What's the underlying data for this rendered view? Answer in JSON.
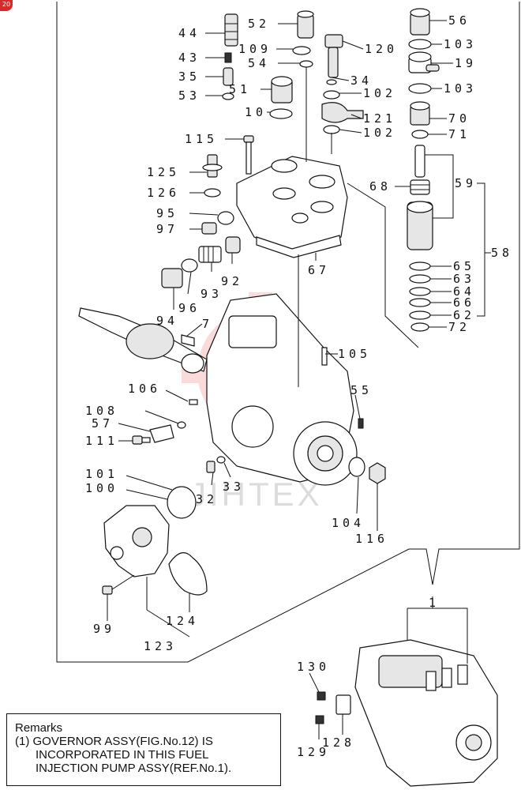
{
  "badge": "20",
  "watermark": "JIHTEX",
  "labels": {
    "p1": "1",
    "p7": "7",
    "p10": "10",
    "p19": "19",
    "p32": "32",
    "p33": "33",
    "p34": "34",
    "p35": "35",
    "p43": "43",
    "p44": "44",
    "p51": "51",
    "p52": "52",
    "p53": "53",
    "p54": "54",
    "p55": "55",
    "p56": "56",
    "p57": "57",
    "p58": "58",
    "p59": "59",
    "p62": "62",
    "p63": "63",
    "p64": "64",
    "p65": "65",
    "p66": "66",
    "p67": "67",
    "p68": "68",
    "p70": "70",
    "p71": "71",
    "p72": "72",
    "p92": "92",
    "p93": "93",
    "p94": "94",
    "p95": "95",
    "p96": "96",
    "p97": "97",
    "p99": "99",
    "p100": "100",
    "p101": "101",
    "p102a": "102",
    "p102b": "102",
    "p103a": "103",
    "p103b": "103",
    "p104": "104",
    "p105": "105",
    "p106": "106",
    "p108": "108",
    "p109": "109",
    "p111": "111",
    "p115": "115",
    "p116": "116",
    "p120": "120",
    "p121": "121",
    "p123": "123",
    "p124": "124",
    "p125": "125",
    "p126": "126",
    "p128": "128",
    "p129": "129",
    "p130": "130"
  },
  "remarks": {
    "title": "Remarks",
    "line1": "(1) GOVERNOR ASSY(FIG.No.12) IS",
    "line2": "INCORPORATED IN THIS FUEL",
    "line3": "INJECTION PUMP ASSY(REF.No.1)."
  }
}
